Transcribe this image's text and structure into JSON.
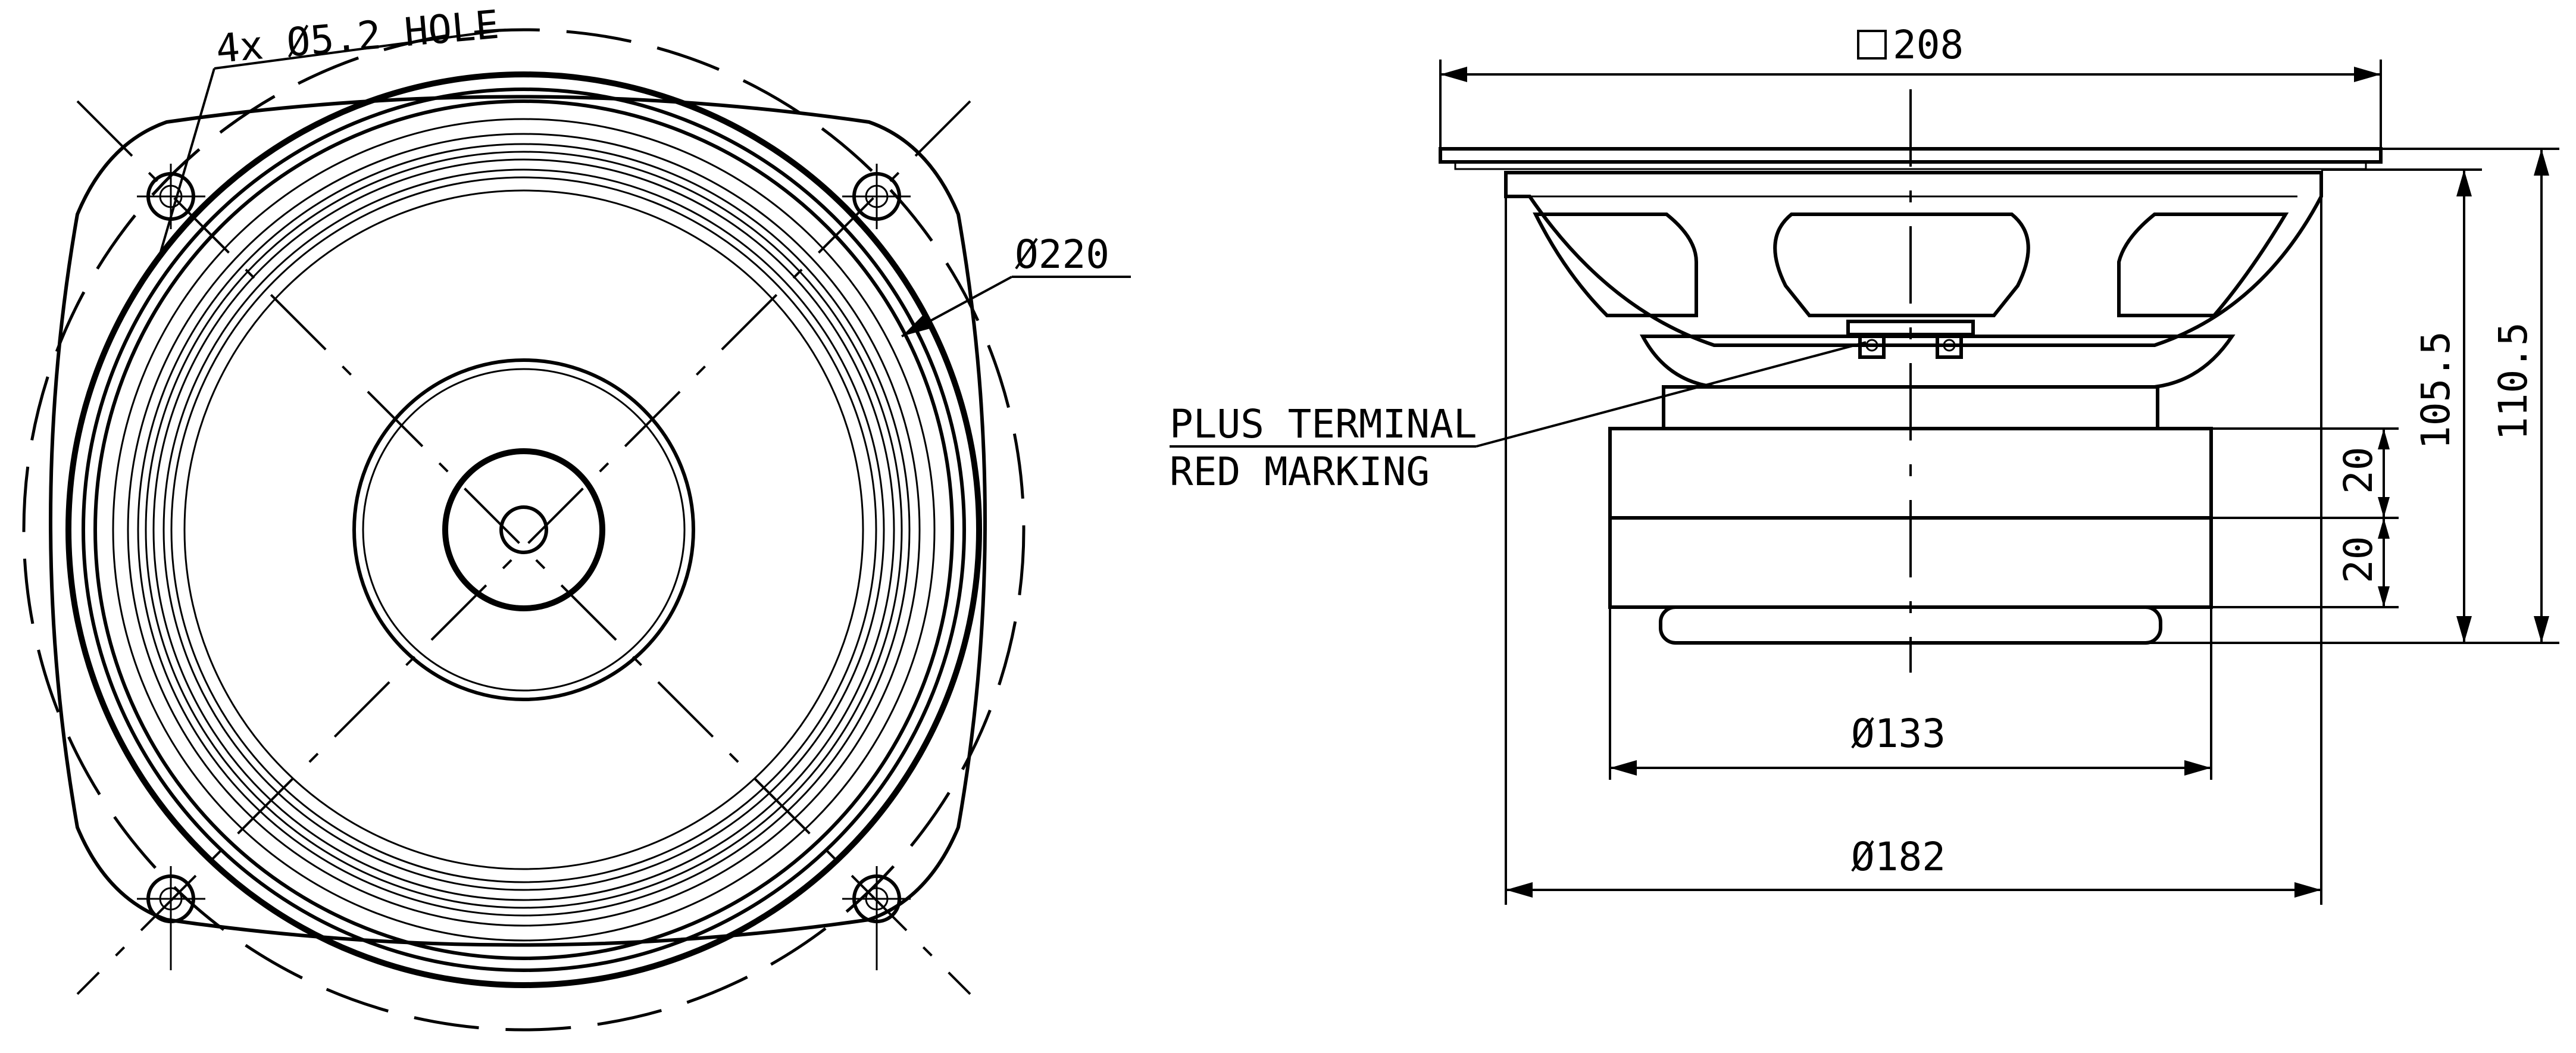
{
  "front_view": {
    "hole_callout": "4x Ø5.2 HOLE",
    "outer_diameter": "Ø220"
  },
  "side_view": {
    "frame_square": "208",
    "overall_depth": "110.5",
    "mounting_depth": "105.5",
    "plate_top": "20",
    "plate_bottom": "20",
    "magnet_diameter": "Ø133",
    "basket_diameter": "Ø182",
    "terminal_label_line1": "PLUS TERMINAL",
    "terminal_label_line2": "RED MARKING"
  }
}
